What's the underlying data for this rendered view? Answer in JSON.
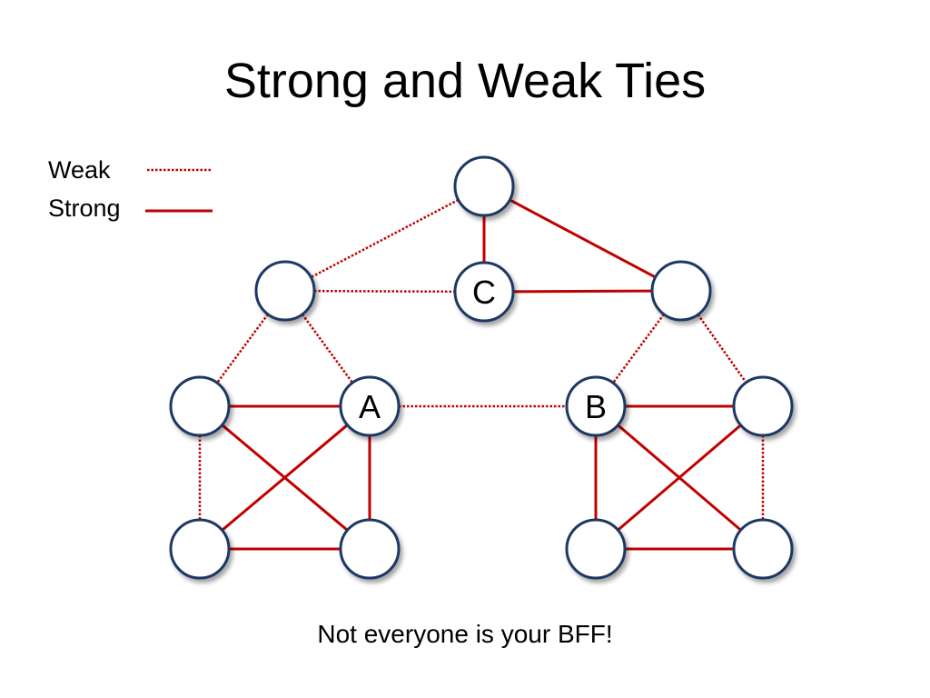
{
  "slide": {
    "title": "Strong and Weak Ties",
    "caption": "Not everyone is your BFF!"
  },
  "legend": {
    "weak_label": "Weak",
    "strong_label": "Strong"
  },
  "colors": {
    "edge": "#c00000",
    "node_stroke": "#1f3864",
    "node_fill": "#ffffff",
    "text": "#000000"
  },
  "nodes": [
    {
      "id": "top",
      "label": ""
    },
    {
      "id": "C",
      "label": "C"
    },
    {
      "id": "upper-left",
      "label": ""
    },
    {
      "id": "upper-right",
      "label": ""
    },
    {
      "id": "left-outer-top",
      "label": ""
    },
    {
      "id": "A",
      "label": "A"
    },
    {
      "id": "left-outer-bottom",
      "label": ""
    },
    {
      "id": "left-inner-bottom",
      "label": ""
    },
    {
      "id": "B",
      "label": "B"
    },
    {
      "id": "right-outer-top",
      "label": ""
    },
    {
      "id": "right-inner-bottom",
      "label": ""
    },
    {
      "id": "right-outer-bottom",
      "label": ""
    }
  ],
  "edges": [
    {
      "from": "top",
      "to": "C",
      "type": "strong"
    },
    {
      "from": "top",
      "to": "upper-right",
      "type": "strong"
    },
    {
      "from": "top",
      "to": "upper-left",
      "type": "weak"
    },
    {
      "from": "upper-left",
      "to": "C",
      "type": "weak"
    },
    {
      "from": "C",
      "to": "upper-right",
      "type": "strong"
    },
    {
      "from": "upper-left",
      "to": "left-outer-top",
      "type": "weak"
    },
    {
      "from": "upper-left",
      "to": "A",
      "type": "weak"
    },
    {
      "from": "upper-right",
      "to": "B",
      "type": "weak"
    },
    {
      "from": "upper-right",
      "to": "right-outer-top",
      "type": "weak"
    },
    {
      "from": "A",
      "to": "B",
      "type": "weak"
    },
    {
      "from": "left-outer-top",
      "to": "A",
      "type": "strong"
    },
    {
      "from": "left-outer-top",
      "to": "left-outer-bottom",
      "type": "weak"
    },
    {
      "from": "left-outer-top",
      "to": "left-inner-bottom",
      "type": "strong"
    },
    {
      "from": "A",
      "to": "left-outer-bottom",
      "type": "strong"
    },
    {
      "from": "A",
      "to": "left-inner-bottom",
      "type": "strong"
    },
    {
      "from": "left-outer-bottom",
      "to": "left-inner-bottom",
      "type": "strong"
    },
    {
      "from": "B",
      "to": "right-outer-top",
      "type": "strong"
    },
    {
      "from": "B",
      "to": "right-inner-bottom",
      "type": "strong"
    },
    {
      "from": "B",
      "to": "right-outer-bottom",
      "type": "strong"
    },
    {
      "from": "right-outer-top",
      "to": "right-inner-bottom",
      "type": "strong"
    },
    {
      "from": "right-outer-top",
      "to": "right-outer-bottom",
      "type": "weak"
    },
    {
      "from": "right-inner-bottom",
      "to": "right-outer-bottom",
      "type": "strong"
    }
  ]
}
